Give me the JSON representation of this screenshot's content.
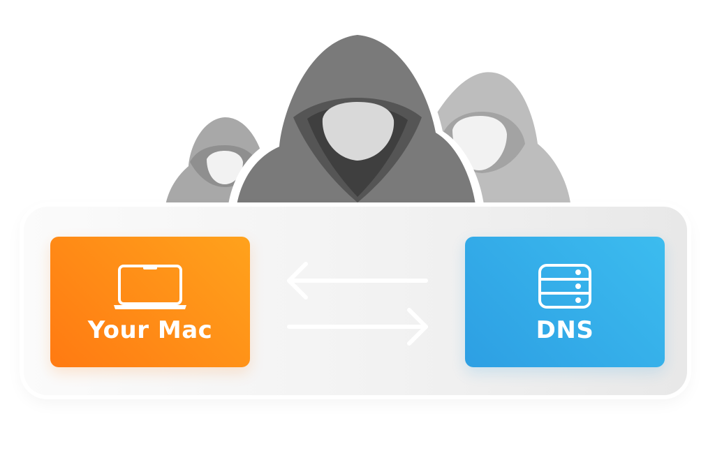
{
  "nodes": {
    "mac": {
      "label": "Your Mac",
      "icon": "laptop-icon",
      "color_start": "#ff7a12",
      "color_end": "#ffa21c"
    },
    "dns": {
      "label": "DNS",
      "icon": "server-icon",
      "color_start": "#2d9fe3",
      "color_end": "#3cbcef"
    }
  },
  "arrows": [
    {
      "direction": "left",
      "icon": "arrow-left-icon"
    },
    {
      "direction": "right",
      "icon": "arrow-right-icon"
    }
  ],
  "figures": {
    "icon": "hooded-hacker-icon",
    "count": 3
  }
}
